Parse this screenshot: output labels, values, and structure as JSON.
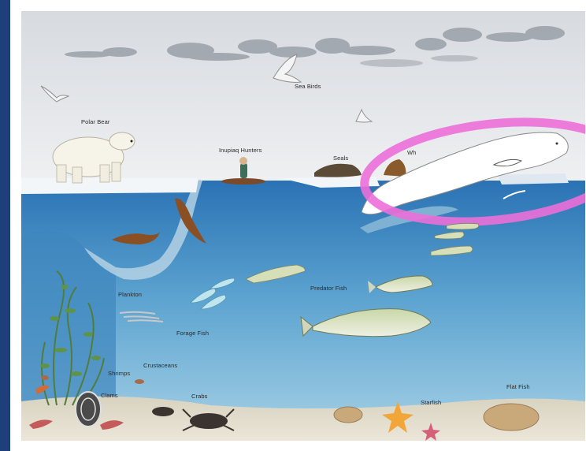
{
  "labels": {
    "sea_birds": "Sea Birds",
    "polar_bear": "Polar Bear",
    "inupiaq_hunters": "Inupiaq Hunters",
    "seals": "Seals",
    "whales": "Wh",
    "plankton": "Plankton",
    "predator_fish": "Predator Fish",
    "forage_fish": "Forage Fish",
    "crustaceans": "Crustaceans",
    "shrimps": "Shrimps",
    "clams": "Clams",
    "crabs": "Crabs",
    "starfish": "Starfish",
    "flat_fish": "Flat Fish"
  },
  "colors": {
    "highlight": "#ec6fd8",
    "water_top": "#2f78b8",
    "water_bottom": "#8fc4df",
    "sky": "#e4e6ea",
    "sea_floor": "#ded8c8"
  },
  "icons": [
    "polar-bear-icon",
    "sea-bird-icon",
    "hunter-kayak-icon",
    "seal-icon",
    "beluga-whale-icon",
    "fish-icon",
    "crab-icon",
    "clam-icon",
    "shrimp-icon",
    "starfish-icon",
    "flatfish-icon",
    "kelp-icon",
    "cloud-icon"
  ]
}
